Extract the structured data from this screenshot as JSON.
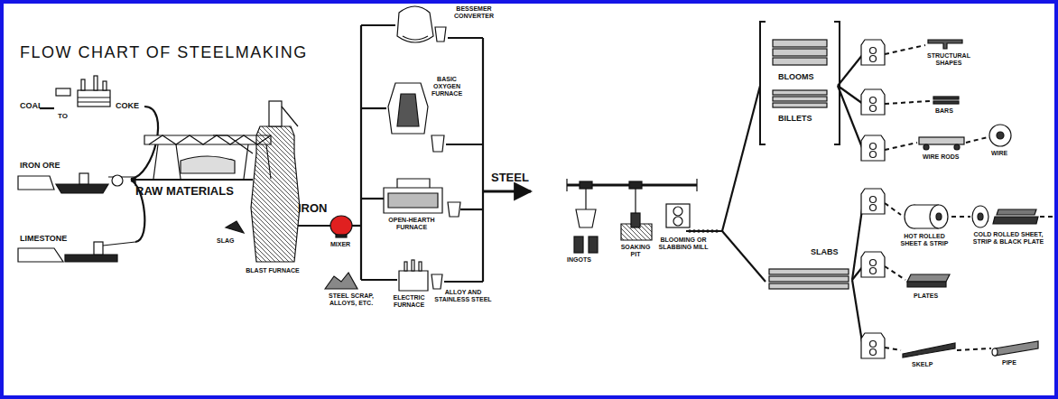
{
  "diagram": {
    "title": "FLOW CHART OF STEELMAKING",
    "labels": [
      "COAL",
      "TO",
      "COKE",
      "IRON ORE",
      "LIMESTONE",
      "RAW MATERIALS",
      "SLAG",
      "BLAST FURNACE",
      "IRON",
      "MIXER",
      "BESSEMER CONVERTER",
      "BASIC OXYGEN FURNACE",
      "OPEN-HEARTH FURNACE",
      "STEEL SCRAP, ALLOYS, ETC.",
      "ELECTRIC FURNACE",
      "ALLOY AND STAINLESS STEEL",
      "STEEL",
      "INGOTS",
      "SOAKING PIT",
      "BLOOMING OR SLABBING MILL",
      "BLOOMS",
      "BILLETS",
      "SLABS",
      "STRUCTURAL SHAPES",
      "BARS",
      "WIRE RODS",
      "WIRE",
      "HOT ROLLED SHEET & STRIP",
      "COLD ROLLED SHEET, STRIP & BLACK PLATE",
      "PLATES",
      "SKELP",
      "PIPE"
    ]
  }
}
